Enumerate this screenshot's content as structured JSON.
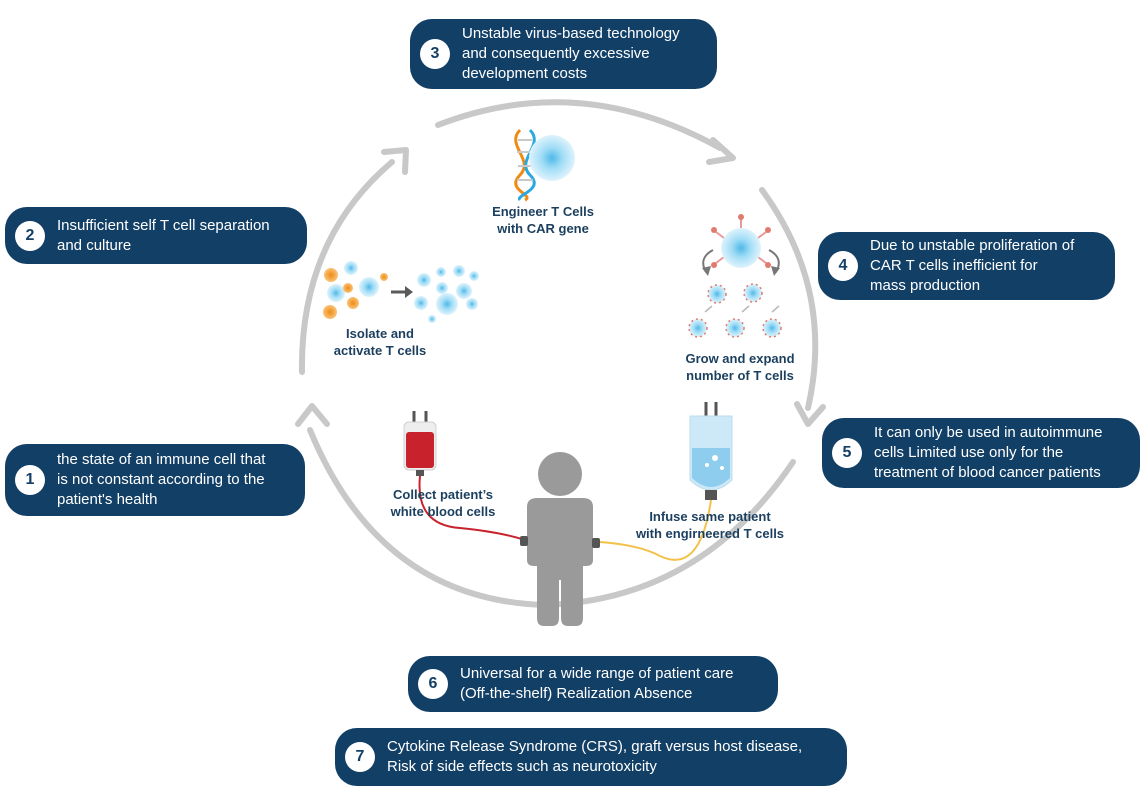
{
  "callouts": [
    {
      "number": "1",
      "text": "the state of an immune cell that\nis not constant according to the\npatient's health"
    },
    {
      "number": "2",
      "text": "Insufficient self T cell separation\nand culture"
    },
    {
      "number": "3",
      "text": "Unstable virus-based technology\nand consequently excessive\ndevelopment costs"
    },
    {
      "number": "4",
      "text": "Due to unstable proliferation of\nCAR T cells inefficient for\nmass production"
    },
    {
      "number": "5",
      "text": "It can only be used in autoimmune\ncells Limited use only for the\ntreatment of blood cancer patients"
    },
    {
      "number": "6",
      "text": "Universal for a wide range of patient care\n(Off-the-shelf) Realization Absence"
    },
    {
      "number": "7",
      "text": "Cytokine Release Syndrome (CRS), graft versus host disease,\nRisk of side effects such as neurotoxicity"
    }
  ],
  "steps": {
    "isolate": "Isolate and\nactivate T cells",
    "engineer": "Engineer T Cells\nwith CAR gene",
    "grow": "Grow and expand\nnumber of T cells",
    "collect": "Collect patient’s\nwhite blood cells",
    "infuse": "Infuse same patient\nwith engirneered T cells"
  },
  "colors": {
    "callout_bg": "#123f66",
    "cycle_arrow": "#c8c8c8",
    "person": "#9a9a9a",
    "blood": "#c8232c",
    "cell_blue": "#7fd0f2",
    "cell_orange": "#f39c1f"
  }
}
